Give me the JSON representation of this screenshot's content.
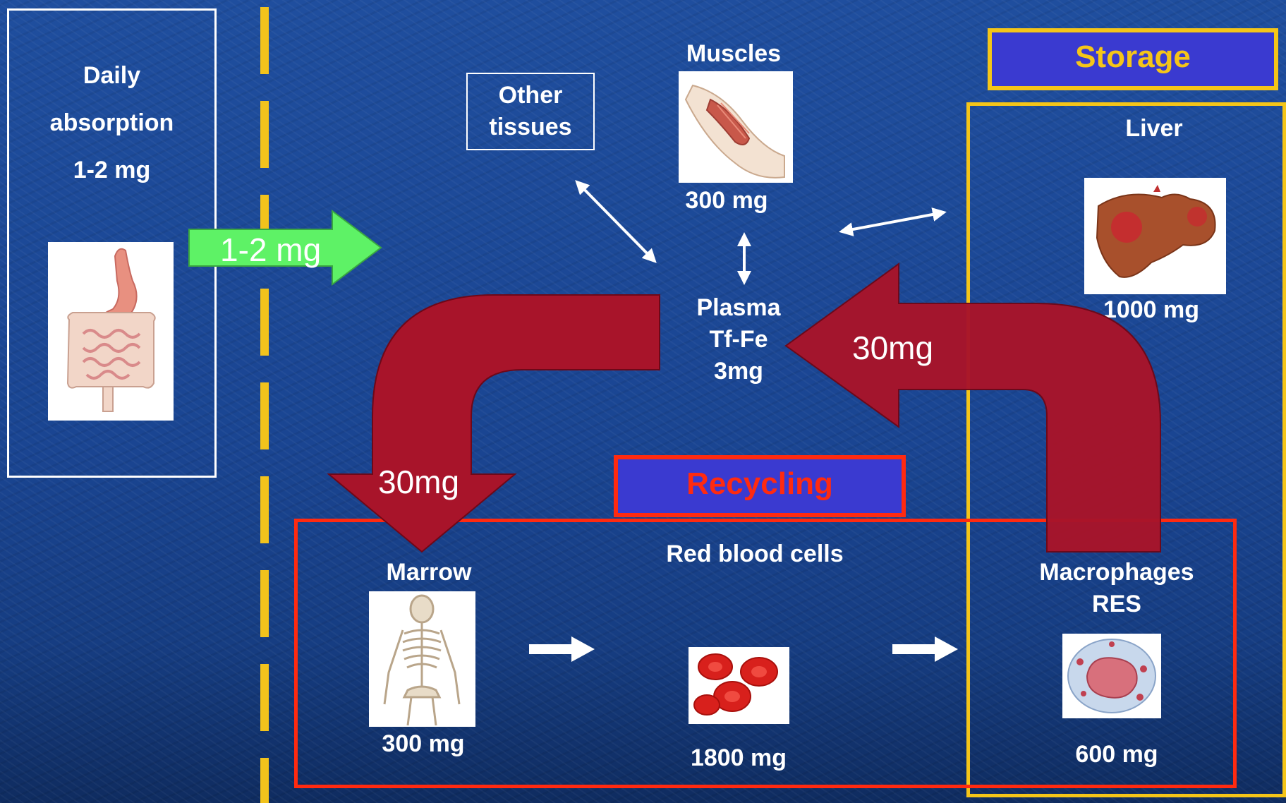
{
  "daily_box": {
    "line1": "Daily",
    "line2": "absorption",
    "line3": "1-2 mg"
  },
  "absorption_arrow_label": "1-2 mg",
  "other_tissues": {
    "line1": "Other",
    "line2": "tissues"
  },
  "muscles": {
    "title": "Muscles",
    "amount": "300 mg"
  },
  "plasma": {
    "line1": "Plasma",
    "line2": "Tf-Fe",
    "line3": "3mg"
  },
  "storage_label": "Storage",
  "liver": {
    "title": "Liver",
    "amount": "1000 mg"
  },
  "recycling_label": "Recycling",
  "flow_to_marrow": "30mg",
  "flow_to_plasma": "30mg",
  "marrow": {
    "title": "Marrow",
    "amount": "300 mg"
  },
  "rbc": {
    "title": "Red blood cells",
    "amount": "1800 mg"
  },
  "macrophages": {
    "line1": "Macrophages",
    "line2": "RES",
    "amount": "600 mg"
  },
  "colors": {
    "arrow_red": "#a8142a",
    "arrow_green": "#5ef266",
    "storage_border": "#f5c518",
    "recycling_border": "#ff2a10",
    "label_box_fill": "#3a3ad0",
    "dash_yellow": "#f2c31c"
  }
}
